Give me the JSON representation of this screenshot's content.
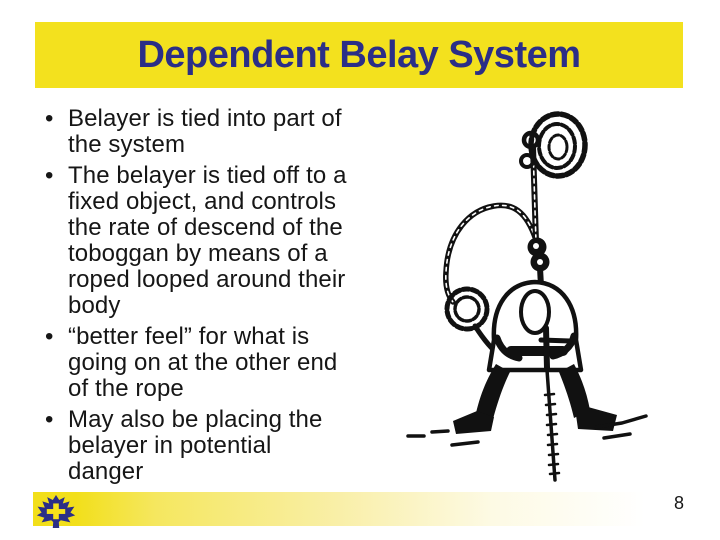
{
  "slide": {
    "title": "Dependent Belay System",
    "page_number": "8"
  },
  "content": {
    "bullet_char": "•",
    "bullets": [
      {
        "lines": [
          "Belayer is tied into part of",
          "the system"
        ]
      },
      {
        "lines": [
          "The belayer is tied off to a",
          "fixed object, and controls",
          "the rate of descend of the",
          "toboggan by means of a",
          "roped looped around their",
          "body"
        ]
      },
      {
        "lines": [
          "“better feel” for what is",
          "going on at the other end",
          "of the rope"
        ]
      },
      {
        "lines": [
          "May also be placing the",
          "belayer in potential",
          "danger"
        ]
      }
    ]
  },
  "illustration": {
    "description": "black and white line drawing of a belayer crouched over a rope that is tied off to a coiled rope anchor, with a rope loop hanging at their side"
  },
  "footer": {
    "logo": "maple-leaf-with-cross-logo"
  },
  "colors": {
    "banner_yellow": "#F3E11E",
    "title_navy": "#2B2E87",
    "body_text": "#161616",
    "footer_gradient_start": "#F2DF1A",
    "logo_navy": "#2B2E87",
    "logo_cross_yellow": "#F6E21B",
    "drawing_ink": "#111111"
  }
}
